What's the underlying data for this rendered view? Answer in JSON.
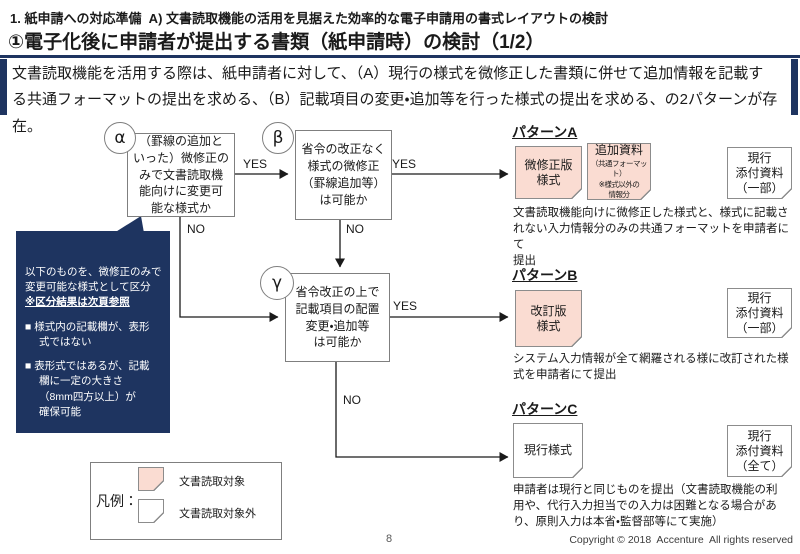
{
  "header": {
    "kicker": "1. 紙申請への対応準備  A) 文書読取機能の活用を見据えた効率的な電子申請用の書式レイアウトの検討",
    "title": "①電子化後に申請者が提出する書類（紙申請時）の検討（1/2）"
  },
  "lead": "文書読取機能を活用する際は、紙申請者に対して、（A）現行の様式を微修正した書類に併せて追加情報を記載す\nる共通フォーマットの提出を求める、（B）記載項目の変更・追加等を行った様式の提出を求める、の2パターンが存在。",
  "flow": {
    "yes": "YES",
    "no": "NO",
    "nodes": [
      {
        "letter": "α",
        "question": "（罫線の追加と\nいった）微修正の\nみで文書読取機\n能向けに変更可\n能な様式か"
      },
      {
        "letter": "β",
        "question": "省令の改正なく\n様式の微修正\n（罫線追加等）\nは可能か"
      },
      {
        "letter": "γ",
        "question": "省令改正の上で\n記載項目の配置\n変更・追加等\nは可能か"
      }
    ]
  },
  "callout": {
    "intro": "以下のものを、微修正のみで\n変更可能な様式として区分",
    "note": "※区分結果は次頁参照",
    "bullets": [
      "■ 様式内の記載欄が、表形\n式ではない",
      "■ 表形式ではあるが、記載\n欄に一定の大きさ\n（8mm四方以上）が\n確保可能"
    ]
  },
  "patterns": [
    {
      "name": "パターンA",
      "docs": [
        {
          "style": "pink",
          "title": "微修正版\n様式"
        },
        {
          "style": "pink",
          "title": "追加資料",
          "sub": "（共通フォーマット）\n※様式以外の\n情報分"
        },
        {
          "style": "white",
          "title": "現行\n添付資料\n（一部）"
        }
      ],
      "desc": "文書読取機能向けに微修正した様式と、様式に記載さ\nれない入力情報分のみの共通フォーマットを申請者にて\n提出"
    },
    {
      "name": "パターンB",
      "docs": [
        {
          "style": "pink",
          "title": "改訂版\n様式"
        },
        {
          "style": "white",
          "title": "現行\n添付資料\n（一部）"
        }
      ],
      "desc": "システム入力情報が全て網羅される様に改訂された様\n式を申請者にて提出"
    },
    {
      "name": "パターンC",
      "docs": [
        {
          "style": "white",
          "title": "現行様式"
        },
        {
          "style": "white",
          "title": "現行\n添付資料\n（全て）"
        }
      ],
      "desc": "申請者は現行と同じものを提出（文書読取機能の利\n用や、代行入力担当での入力は困難となる場合があ\nり、原則入力は本省・監督部等にて実施）"
    }
  ],
  "legend": {
    "label": "凡例：",
    "items": [
      {
        "swatch": "pink",
        "label": "文書読取対象"
      },
      {
        "swatch": "white",
        "label": "文書読取対象外"
      }
    ]
  },
  "footer": {
    "page": "8",
    "copyright": "Copyright © 2018  Accenture  All rights reserved"
  },
  "colors": {
    "navy": "#1E3460",
    "pink": "#FADCD2",
    "border_gray": "#7F7F7F"
  }
}
